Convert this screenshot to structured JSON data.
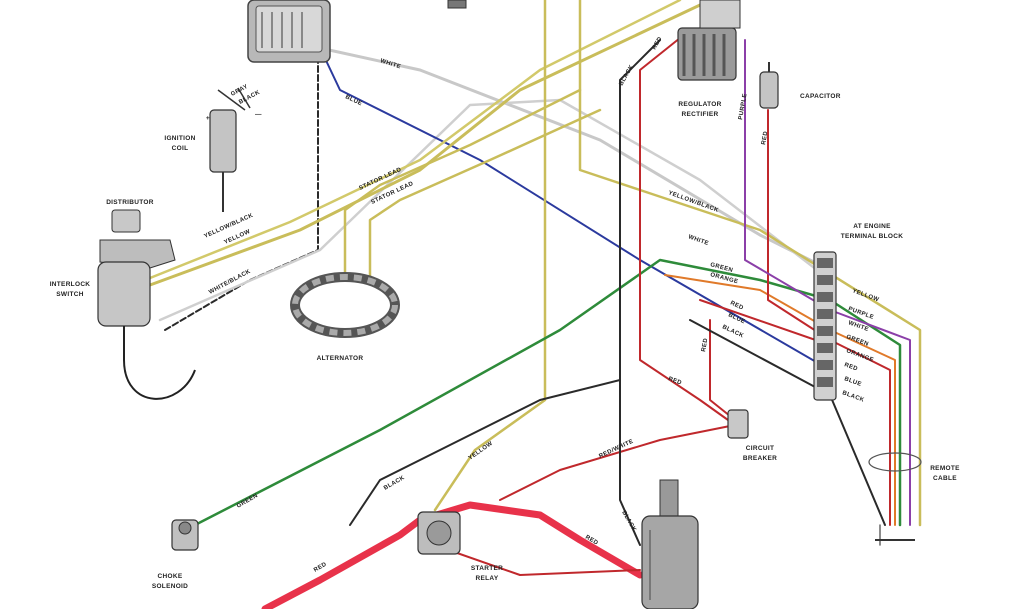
{
  "components": {
    "ignition_coil": [
      "IGNITION",
      "COIL"
    ],
    "ignition_plus": "+",
    "ignition_minus": "—",
    "distributor": "DISTRIBUTOR",
    "interlock_switch": [
      "INTERLOCK",
      "SWITCH"
    ],
    "alternator": "ALTERNATOR",
    "regulator_rectifier": [
      "REGULATOR",
      "RECTIFIER"
    ],
    "capacitor": "CAPACITOR",
    "terminal_block": [
      "AT ENGINE",
      "TERMINAL BLOCK"
    ],
    "circuit_breaker": [
      "CIRCUIT",
      "BREAKER"
    ],
    "remote_cable": [
      "REMOTE",
      "CABLE"
    ],
    "choke_solenoid": [
      "CHOKE",
      "SOLENOID"
    ],
    "starter_relay": [
      "STARTER",
      "RELAY"
    ]
  },
  "wire_labels": {
    "gray": "GRAY",
    "black_coil": "BLACK",
    "white": "WHITE",
    "blue": "BLUE",
    "stator_lead_1": "STATOR LEAD",
    "stator_lead_2": "STATOR LEAD",
    "yellow_black": "YELLOW/BLACK",
    "yellow": "YELLOW",
    "white_black": "WHITE/BLACK",
    "red_reg": "RED",
    "black_reg": "BLACK",
    "purple_reg": "PURPLE",
    "red_cap": "RED",
    "yellow_black_2": "YELLOW/BLACK",
    "white_2": "WHITE",
    "green": "GREEN",
    "orange": "ORANGE",
    "red_mid": "RED",
    "blue_mid": "BLUE",
    "black_mid": "BLACK",
    "red_vert": "RED",
    "red_down": "RED",
    "red_white": "RED/WHITE",
    "yellow_low": "YELLOW",
    "black_low": "BLACK",
    "green_low": "GREEN",
    "red_low": "RED",
    "red_starter": "RED",
    "black_starter": "BLACK",
    "tb_yellow": "YELLOW",
    "tb_purple": "PURPLE",
    "tb_white": "WHITE",
    "tb_green": "GREEN",
    "tb_orange": "ORANGE",
    "tb_red": "RED",
    "tb_blue": "BLUE",
    "tb_black": "BLACK"
  },
  "colors": {
    "yellow": "#c9bd5a",
    "blue": "#2b3a9e",
    "white_wire": "#c8c8c8",
    "green": "#2e8b3a",
    "red": "#c0282c",
    "thick_red": "#e8324a",
    "purple": "#8b3fa8",
    "orange": "#e07a2a",
    "black": "#2a2a2a"
  }
}
